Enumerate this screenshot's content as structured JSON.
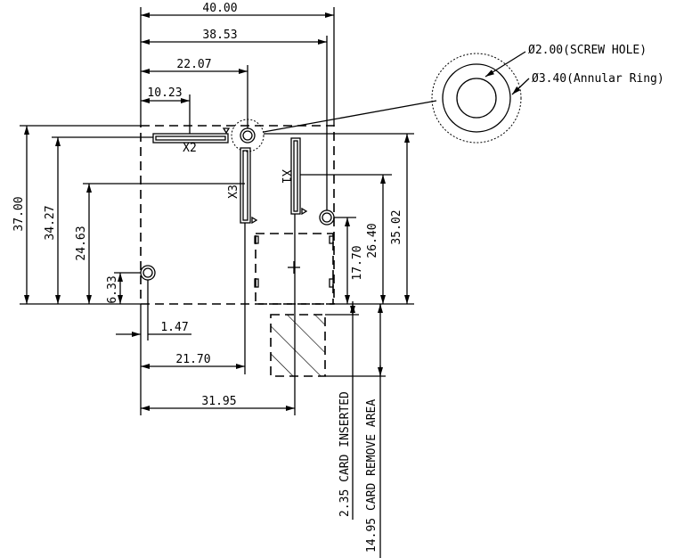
{
  "drawing": {
    "dimensions_top": {
      "overall_width": "40.00",
      "screw_hole_right": "38.53",
      "screw_hole_top": "22.07",
      "x2_center": "10.23"
    },
    "dimensions_left": {
      "overall_height": "37.00",
      "x2_offset": "34.27",
      "x3_offset": "24.63",
      "hole_left": "6.33"
    },
    "dimensions_bottom": {
      "hole_left_x": "1.47",
      "x3_x": "21.70",
      "x1_x": "31.95"
    },
    "dimensions_right": {
      "card_slot": "17.70",
      "x1_y": "26.40",
      "hole_right_y": "35.02"
    },
    "card_notes": {
      "inserted": "2.35 CARD INSERTED",
      "remove_area": "14.95 CARD REMOVE AREA"
    },
    "connectors": {
      "x1": "X1",
      "x2": "X2",
      "x3": "X3"
    },
    "detail": {
      "screw_hole": "Ø2.00(SCREW HOLE)",
      "annular_ring": "Ø3.40(Annular Ring)"
    }
  }
}
